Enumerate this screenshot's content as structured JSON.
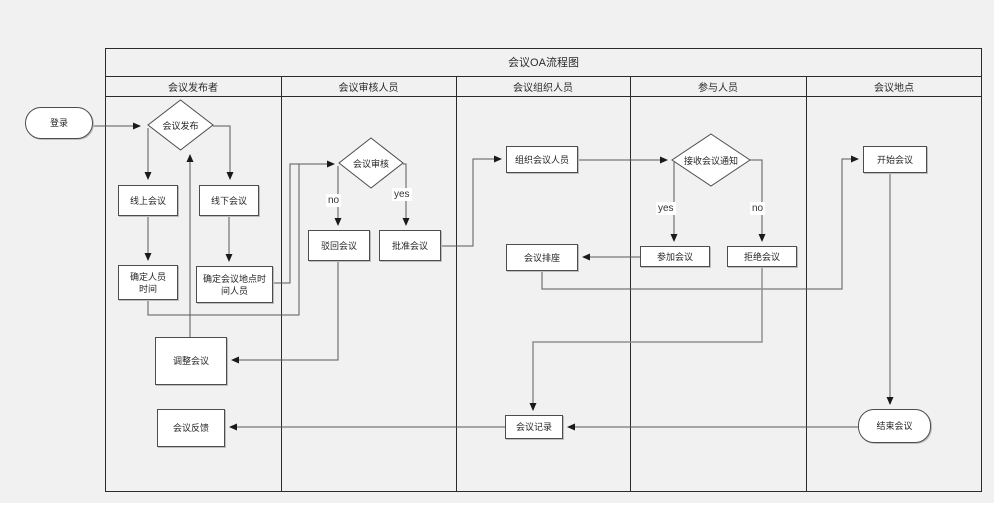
{
  "diagram": {
    "title": "会议OA流程图",
    "lanes": [
      {
        "label": "会议发布者"
      },
      {
        "label": "会议审核人员"
      },
      {
        "label": "会议组织人员"
      },
      {
        "label": "参与人员"
      },
      {
        "label": "会议地点"
      }
    ],
    "nodes": {
      "login": {
        "label": "登录",
        "type": "terminator"
      },
      "publish": {
        "label": "会议发布",
        "type": "decision"
      },
      "online": {
        "label": "线上会议",
        "type": "process"
      },
      "offline": {
        "label": "线下会议",
        "type": "process"
      },
      "confirm_people_time": {
        "label": "确定人员时间",
        "type": "process"
      },
      "confirm_place_time_people": {
        "label": "确定会议地点时间人员",
        "type": "process"
      },
      "review": {
        "label": "会议审核",
        "type": "decision"
      },
      "reject": {
        "label": "驳回会议",
        "type": "process"
      },
      "approve": {
        "label": "批准会议",
        "type": "process"
      },
      "organize": {
        "label": "组织会议人员",
        "type": "process"
      },
      "seat": {
        "label": "会议排座",
        "type": "process"
      },
      "notice": {
        "label": "接收会议通知",
        "type": "decision"
      },
      "attend": {
        "label": "参加会议",
        "type": "process"
      },
      "refuse": {
        "label": "拒绝会议",
        "type": "process"
      },
      "start": {
        "label": "开始会议",
        "type": "process"
      },
      "adjust": {
        "label": "调整会议",
        "type": "process"
      },
      "feedback": {
        "label": "会议反馈",
        "type": "process"
      },
      "record": {
        "label": "会议记录",
        "type": "process"
      },
      "end": {
        "label": "结束会议",
        "type": "terminator"
      }
    },
    "edge_labels": {
      "review_no": "no",
      "review_yes": "yes",
      "notice_yes": "yes",
      "notice_no": "no"
    },
    "colors": {
      "canvas_bg": "#f1f1f2",
      "shape_fill": "#ffffff",
      "shape_border": "#4d4d4d",
      "table_border": "#2b2b2b",
      "connector": "#595959",
      "connector_light": "#8f8f8f",
      "text": "#333333"
    }
  }
}
